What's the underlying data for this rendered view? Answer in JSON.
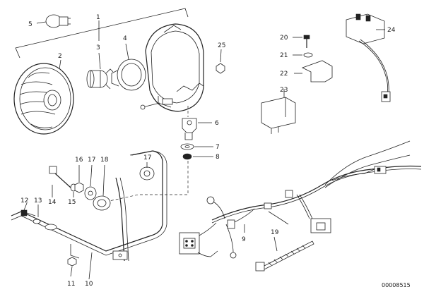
{
  "diagram": {
    "reference_number": "00008515",
    "callouts": {
      "c1": "1",
      "c2": "2",
      "c3": "3",
      "c4": "4",
      "c5": "5",
      "c6": "6",
      "c7": "7",
      "c8": "8",
      "c9": "9",
      "c10": "10",
      "c11": "11",
      "c12": "12",
      "c13": "13",
      "c14": "14",
      "c15": "15",
      "c16": "16",
      "c17a": "17",
      "c17b": "17",
      "c18": "18",
      "c19": "19",
      "c20": "20",
      "c21": "21",
      "c22": "22",
      "c23": "23",
      "c24": "24",
      "c25": "25"
    }
  }
}
